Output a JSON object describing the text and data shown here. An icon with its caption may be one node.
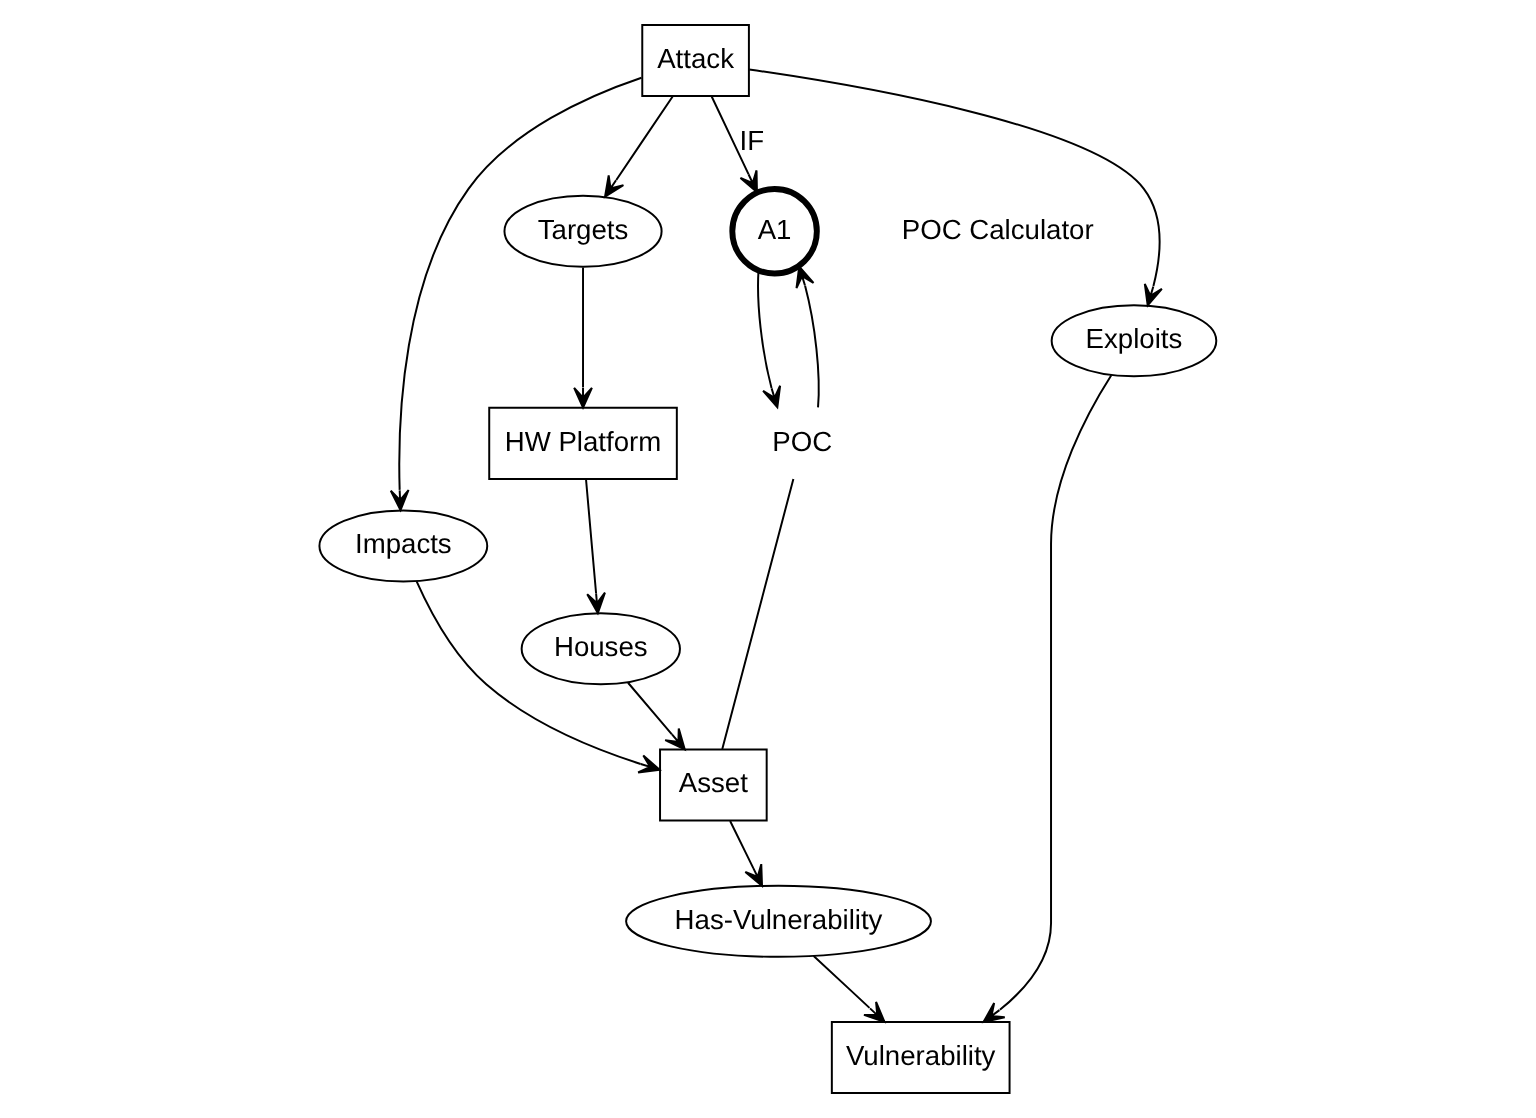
{
  "diagram": {
    "nodes": [
      {
        "text": [
          "Attack"
        ]
      },
      {
        "text": [
          "Targets"
        ]
      },
      {
        "text": [
          "HW Platform"
        ]
      },
      {
        "text": [
          "Impacts"
        ]
      },
      {
        "text": [
          "Exploits"
        ]
      },
      {
        "text": [
          "A1"
        ],
        "beside": [
          "POC Calculator"
        ]
      },
      {
        "text": [
          "Houses"
        ]
      },
      {
        "text": [
          "POC"
        ]
      },
      {
        "text": [
          "Asset"
        ]
      },
      {
        "text": [
          "Has-Vulnerability"
        ]
      },
      {
        "text": [
          "Vulnerability"
        ]
      }
    ],
    "edges": [
      {
        "from": 0,
        "to": 1,
        "arrow": "to"
      },
      {
        "from": 0,
        "to": 3,
        "arrow": "to"
      },
      {
        "from": 0,
        "to": 5,
        "label": "IF",
        "arrow": "to"
      },
      {
        "from": 0,
        "to": 4,
        "arrow": "to"
      },
      {
        "from": 1,
        "to": 2,
        "arrow": "to"
      },
      {
        "from": 2,
        "to": 6,
        "arrow": "to"
      },
      {
        "from": 6,
        "to": 8,
        "arrow": "to"
      },
      {
        "from": 3,
        "to": 8,
        "arrow": "to"
      },
      {
        "from": 5,
        "to": 7,
        "arrow": "to"
      },
      {
        "from": 7,
        "to": 5,
        "arrow": "to"
      },
      {
        "from": 7,
        "to": 8,
        "arrow": "none"
      },
      {
        "from": 4,
        "to": 10,
        "arrow": "to"
      },
      {
        "from": 8,
        "to": 9,
        "arrow": "to"
      },
      {
        "from": 9,
        "to": 10,
        "arrow": "to"
      }
    ]
  }
}
